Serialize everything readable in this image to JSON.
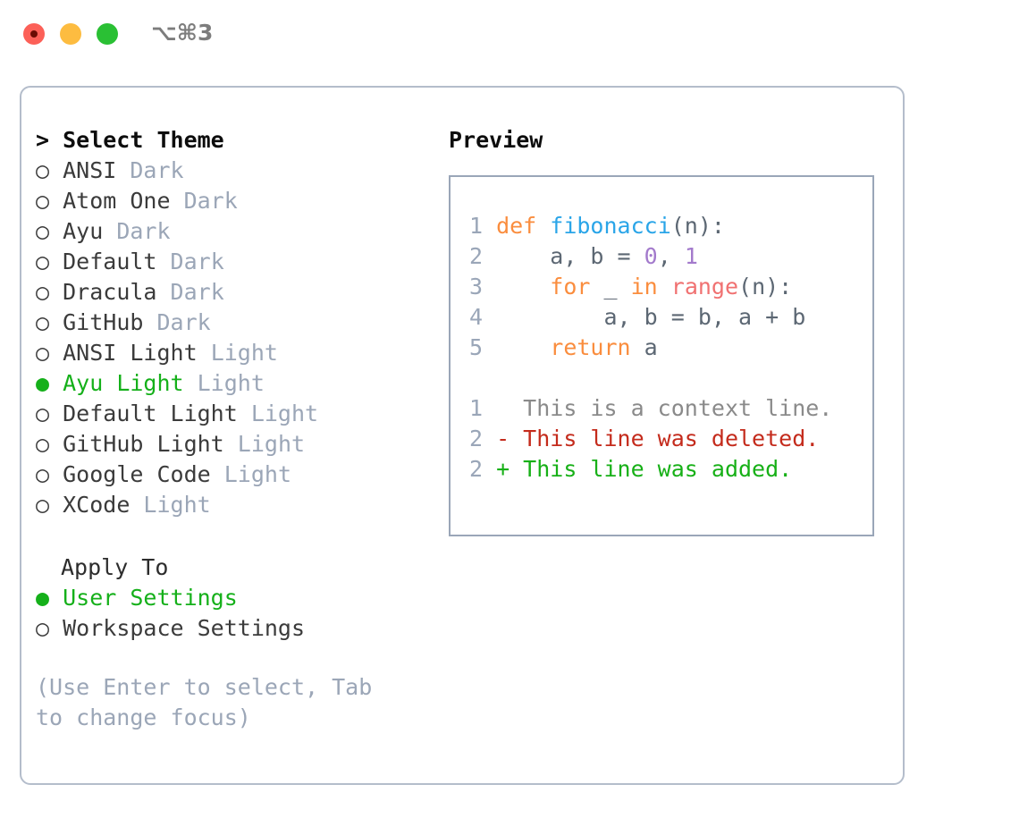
{
  "titlebar": {
    "shortcut": "⌥⌘3",
    "lights": [
      "close",
      "minimize",
      "maximize"
    ]
  },
  "left": {
    "header": "> Select Theme",
    "themes": [
      {
        "bullet": "○",
        "name": "ANSI",
        "tag": "Dark",
        "selected": false
      },
      {
        "bullet": "○",
        "name": "Atom One",
        "tag": "Dark",
        "selected": false
      },
      {
        "bullet": "○",
        "name": "Ayu",
        "tag": "Dark",
        "selected": false
      },
      {
        "bullet": "○",
        "name": "Default",
        "tag": "Dark",
        "selected": false
      },
      {
        "bullet": "○",
        "name": "Dracula",
        "tag": "Dark",
        "selected": false
      },
      {
        "bullet": "○",
        "name": "GitHub",
        "tag": "Dark",
        "selected": false
      },
      {
        "bullet": "○",
        "name": "ANSI Light",
        "tag": "Light",
        "selected": false
      },
      {
        "bullet": "●",
        "name": "Ayu Light",
        "tag": "Light",
        "selected": true
      },
      {
        "bullet": "○",
        "name": "Default Light",
        "tag": "Light",
        "selected": false
      },
      {
        "bullet": "○",
        "name": "GitHub Light",
        "tag": "Light",
        "selected": false
      },
      {
        "bullet": "○",
        "name": "Google Code",
        "tag": "Light",
        "selected": false
      },
      {
        "bullet": "○",
        "name": "XCode",
        "tag": "Light",
        "selected": false
      }
    ],
    "apply_to": {
      "header": "Apply To",
      "options": [
        {
          "bullet": "●",
          "name": "User Settings",
          "selected": true
        },
        {
          "bullet": "○",
          "name": "Workspace Settings",
          "selected": false
        }
      ]
    },
    "help": "(Use Enter to select, Tab to change focus)"
  },
  "right": {
    "title": "Preview",
    "code_lines": [
      {
        "num": "1",
        "tokens": [
          {
            "t": "def",
            "c": "kw"
          },
          {
            "t": " ",
            "c": "plain"
          },
          {
            "t": "fibonacci",
            "c": "fn"
          },
          {
            "t": "(n):",
            "c": "plain"
          }
        ]
      },
      {
        "num": "2",
        "tokens": [
          {
            "t": "    a, b = ",
            "c": "plain"
          },
          {
            "t": "0",
            "c": "num"
          },
          {
            "t": ", ",
            "c": "plain"
          },
          {
            "t": "1",
            "c": "num"
          }
        ]
      },
      {
        "num": "3",
        "tokens": [
          {
            "t": "    ",
            "c": "plain"
          },
          {
            "t": "for",
            "c": "kw"
          },
          {
            "t": " _ ",
            "c": "plain"
          },
          {
            "t": "in",
            "c": "kw"
          },
          {
            "t": " ",
            "c": "plain"
          },
          {
            "t": "range",
            "c": "call"
          },
          {
            "t": "(n):",
            "c": "plain"
          }
        ]
      },
      {
        "num": "4",
        "tokens": [
          {
            "t": "        a, b = b, a + b",
            "c": "plain"
          }
        ]
      },
      {
        "num": "5",
        "tokens": [
          {
            "t": "    ",
            "c": "plain"
          },
          {
            "t": "return",
            "c": "kw"
          },
          {
            "t": " a",
            "c": "plain"
          }
        ]
      }
    ],
    "diff_lines": [
      {
        "num": "1",
        "marker": "  ",
        "text": "This is a context line.",
        "kind": "ctx"
      },
      {
        "num": "2",
        "marker": "- ",
        "text": "This line was deleted.",
        "kind": "del"
      },
      {
        "num": "2",
        "marker": "+ ",
        "text": "This line was added.",
        "kind": "add"
      }
    ]
  },
  "colors": {
    "accent_green": "#15b01a",
    "muted": "#9ba6b7",
    "keyword": "#fa8d3e",
    "function": "#2aa5e8",
    "number": "#a37acc",
    "call": "#f07171",
    "diff_delete": "#c42b1c",
    "diff_add": "#17b017"
  }
}
